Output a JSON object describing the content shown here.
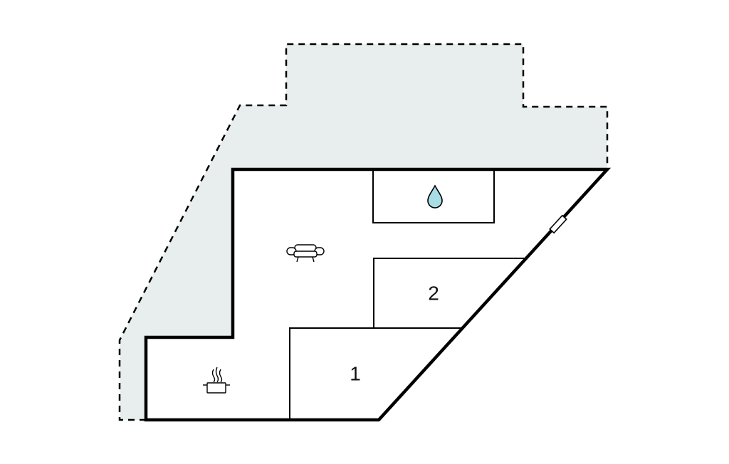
{
  "colors": {
    "background": "#ffffff",
    "terrace_fill": "#e8eeee",
    "wall": "#000000",
    "water_icon": "#a8dde6"
  },
  "rooms": [
    {
      "label": "1",
      "kind": "bedroom"
    },
    {
      "label": "2",
      "kind": "bedroom"
    }
  ],
  "icons": [
    {
      "name": "sofa-icon",
      "room": "living-room"
    },
    {
      "name": "water-drop-icon",
      "room": "bathroom"
    },
    {
      "name": "cooking-pot-icon",
      "room": "kitchen"
    },
    {
      "name": "door-icon",
      "room": "entrance"
    }
  ]
}
